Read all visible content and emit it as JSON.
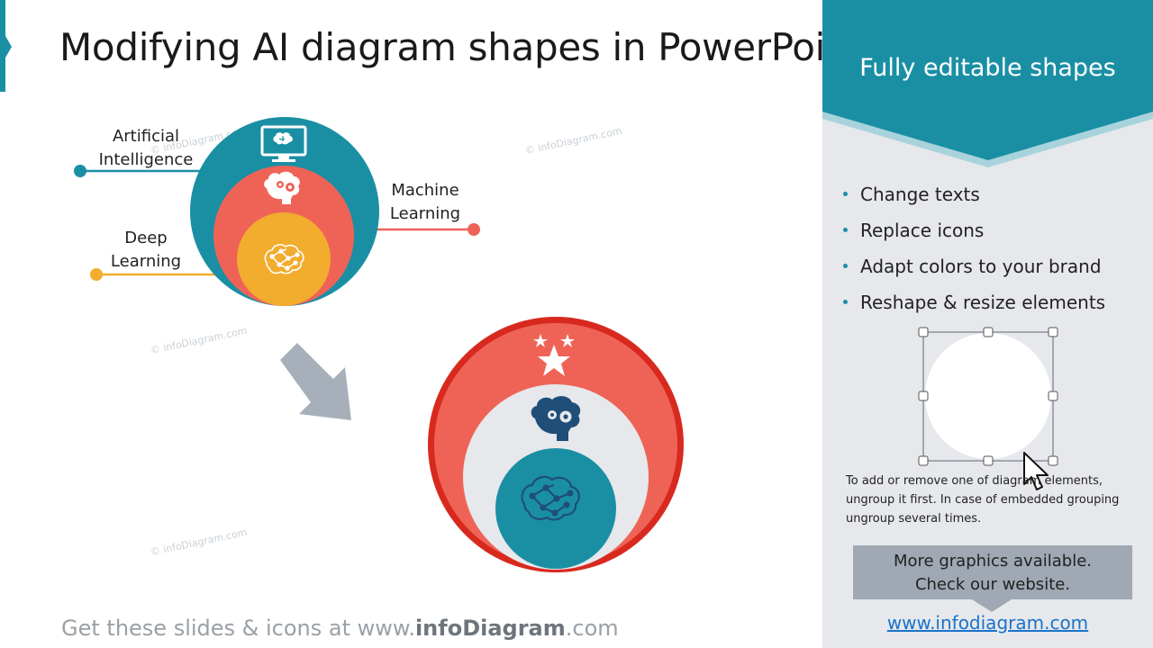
{
  "title": "Modifying AI diagram shapes in PowerPoint",
  "diagram": {
    "labels": {
      "ai": [
        "Artificial",
        "Intelligence"
      ],
      "ml": [
        "Machine",
        "Learning"
      ],
      "dl": [
        "Deep",
        "Learning"
      ]
    },
    "colors": {
      "teal": "#1a8fa4",
      "coral": "#ef6357",
      "yellow": "#f2ac2e",
      "red_ring": "#d8291f",
      "light_gray": "#e6e8ec",
      "arrow_gray": "#a7b0ba",
      "navy": "#1f4e79"
    },
    "icons": [
      "monitor-brain-icon",
      "brain-gears-icon",
      "brain-network-icon",
      "stars-icon"
    ]
  },
  "watermark": "© infoDiagram.com",
  "footer": {
    "prefix": "Get these slides & icons at www.",
    "brand": "infoDiagram",
    "suffix": ".com"
  },
  "panel": {
    "title": "Fully editable shapes",
    "bullets": [
      "Change texts",
      "Replace icons",
      "Adapt colors to your brand",
      "Reshape & resize elements"
    ],
    "note": "To add or remove one of diagram elements, ungroup it first. In case of embedded grouping ungroup several times.",
    "cta": [
      "More graphics available.",
      "Check our website."
    ],
    "link": "www.infodiagram.com"
  }
}
